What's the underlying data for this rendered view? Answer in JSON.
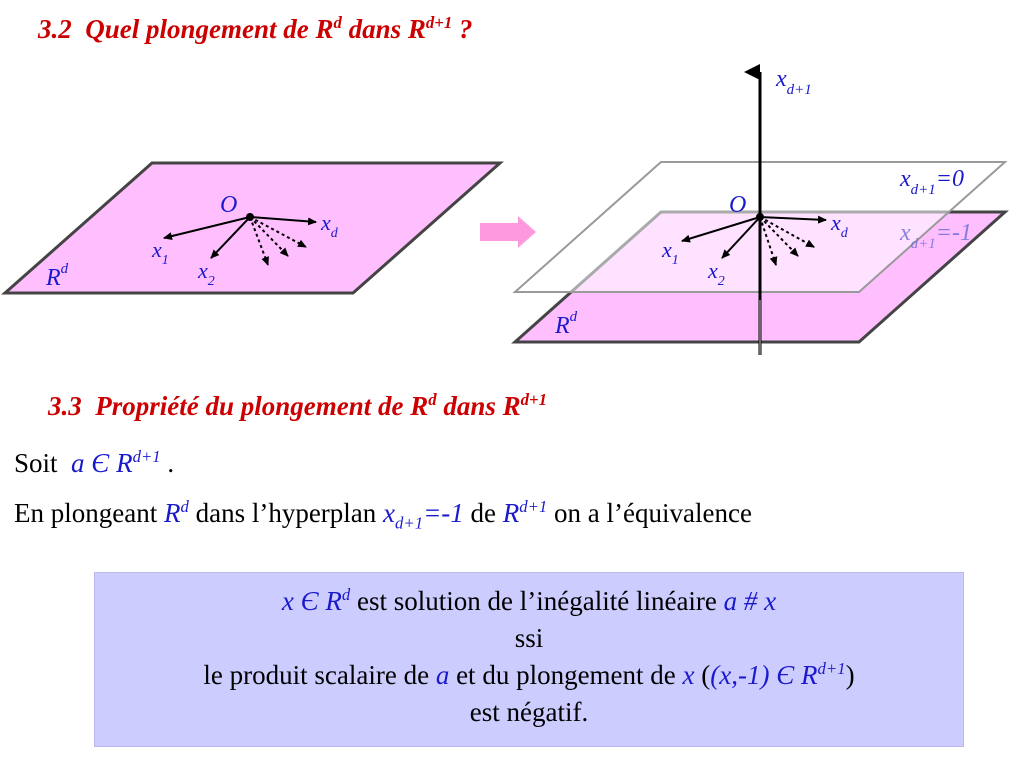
{
  "section_32": {
    "number": "3.2",
    "title_a": "Quel plongement de R",
    "sup_d": "d",
    "title_b": " dans R",
    "sup_d1": "d+1",
    "title_c": " ?"
  },
  "diagram": {
    "left": {
      "origin": "O",
      "plane_label": "R",
      "plane_sup": "d",
      "x1": "x",
      "x1_sub": "1",
      "x2": "x",
      "x2_sub": "2",
      "xd": "x",
      "xd_sub": "d"
    },
    "right": {
      "axis_label": "x",
      "axis_sub": "d+1",
      "plane0_x": "x",
      "plane0_sub": "d+1",
      "plane0_val": "=0",
      "plane1_x": "x",
      "plane1_sub": "d+1",
      "plane1_val": "=-1",
      "origin": "O",
      "plane_label": "R",
      "plane_sup": "d",
      "x1": "x",
      "x1_sub": "1",
      "x2": "x",
      "x2_sub": "2",
      "xd": "x",
      "xd_sub": "d"
    },
    "colors": {
      "pink": "#ffbfff",
      "arrow": "#ff99dd",
      "heading": "#cc0000",
      "math": "#1a1acc",
      "box": "#ccccff"
    }
  },
  "section_33": {
    "number": "3.3",
    "title_a": "Propriété du plongement de R",
    "sup_d": "d",
    "title_b": " dans R",
    "sup_d1": "d+1"
  },
  "line1": {
    "soit": "Soit",
    "a": "a Є R",
    "sup": "d+1",
    "end": "."
  },
  "line2": {
    "t1": "En plongeant ",
    "r": "R",
    "r_sup": "d",
    "t2": " dans l’hyperplan ",
    "x": "x",
    "x_sub": "d+1",
    "x_val": "=-1",
    "t3": " de ",
    "r2": "R",
    "r2_sup": "d+1",
    "t4": " on a l’équivalence"
  },
  "box": {
    "l1_math": "x Є R",
    "l1_sup": "d",
    "l1_text": " est solution de l’inégalité linéaire ",
    "l1_math2": "a #  x",
    "l2": "ssi",
    "l3_a": "le produit scalaire de ",
    "l3_math_a": "a",
    "l3_b": " et du plongement de ",
    "l3_math_x": "x",
    "l3_c": " (",
    "l3_math_p": "(x,-1) Є R",
    "l3_sup": "d+1",
    "l3_d": ")",
    "l4": "est négatif."
  }
}
